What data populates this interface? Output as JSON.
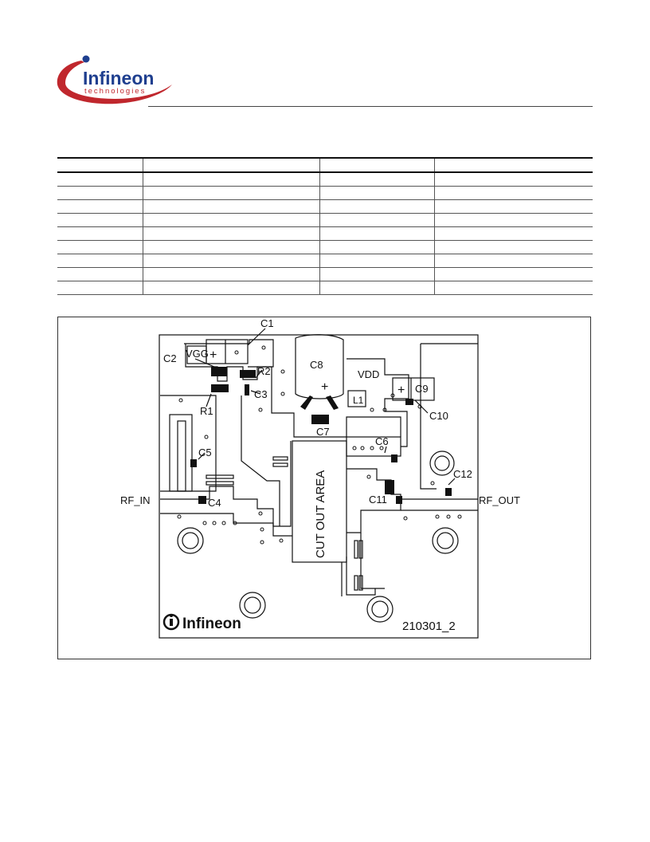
{
  "logo": {
    "brand": "Infineon",
    "tagline": "technologies"
  },
  "table": {
    "rows": [
      [
        "",
        "",
        "",
        ""
      ],
      [
        "",
        "",
        "",
        ""
      ],
      [
        "",
        "",
        "",
        ""
      ],
      [
        "",
        "",
        "",
        ""
      ],
      [
        "",
        "",
        "",
        ""
      ],
      [
        "",
        "",
        "",
        ""
      ],
      [
        "",
        "",
        "",
        ""
      ],
      [
        "",
        "",
        "",
        ""
      ],
      [
        "",
        "",
        "",
        ""
      ]
    ]
  },
  "board": {
    "labels": {
      "c1": "C1",
      "c2": "C2",
      "vgg": "VGG",
      "r2": "R2",
      "c3": "C3",
      "r1": "R1",
      "c5": "C5",
      "c4": "C4",
      "rf_in": "RF_IN",
      "c8": "C8",
      "c7": "C7",
      "vdd": "VDD",
      "l1": "L1",
      "c9": "C9",
      "c10": "C10",
      "c6": "C6",
      "cutout": "CUT OUT AREA",
      "c11": "C11",
      "c12": "C12",
      "rf_out": "RF_OUT",
      "brand": "Infineon",
      "board_id": "210301_2",
      "plus_vgg": "+",
      "plus_c8": "+",
      "plus_c9": "+"
    }
  }
}
